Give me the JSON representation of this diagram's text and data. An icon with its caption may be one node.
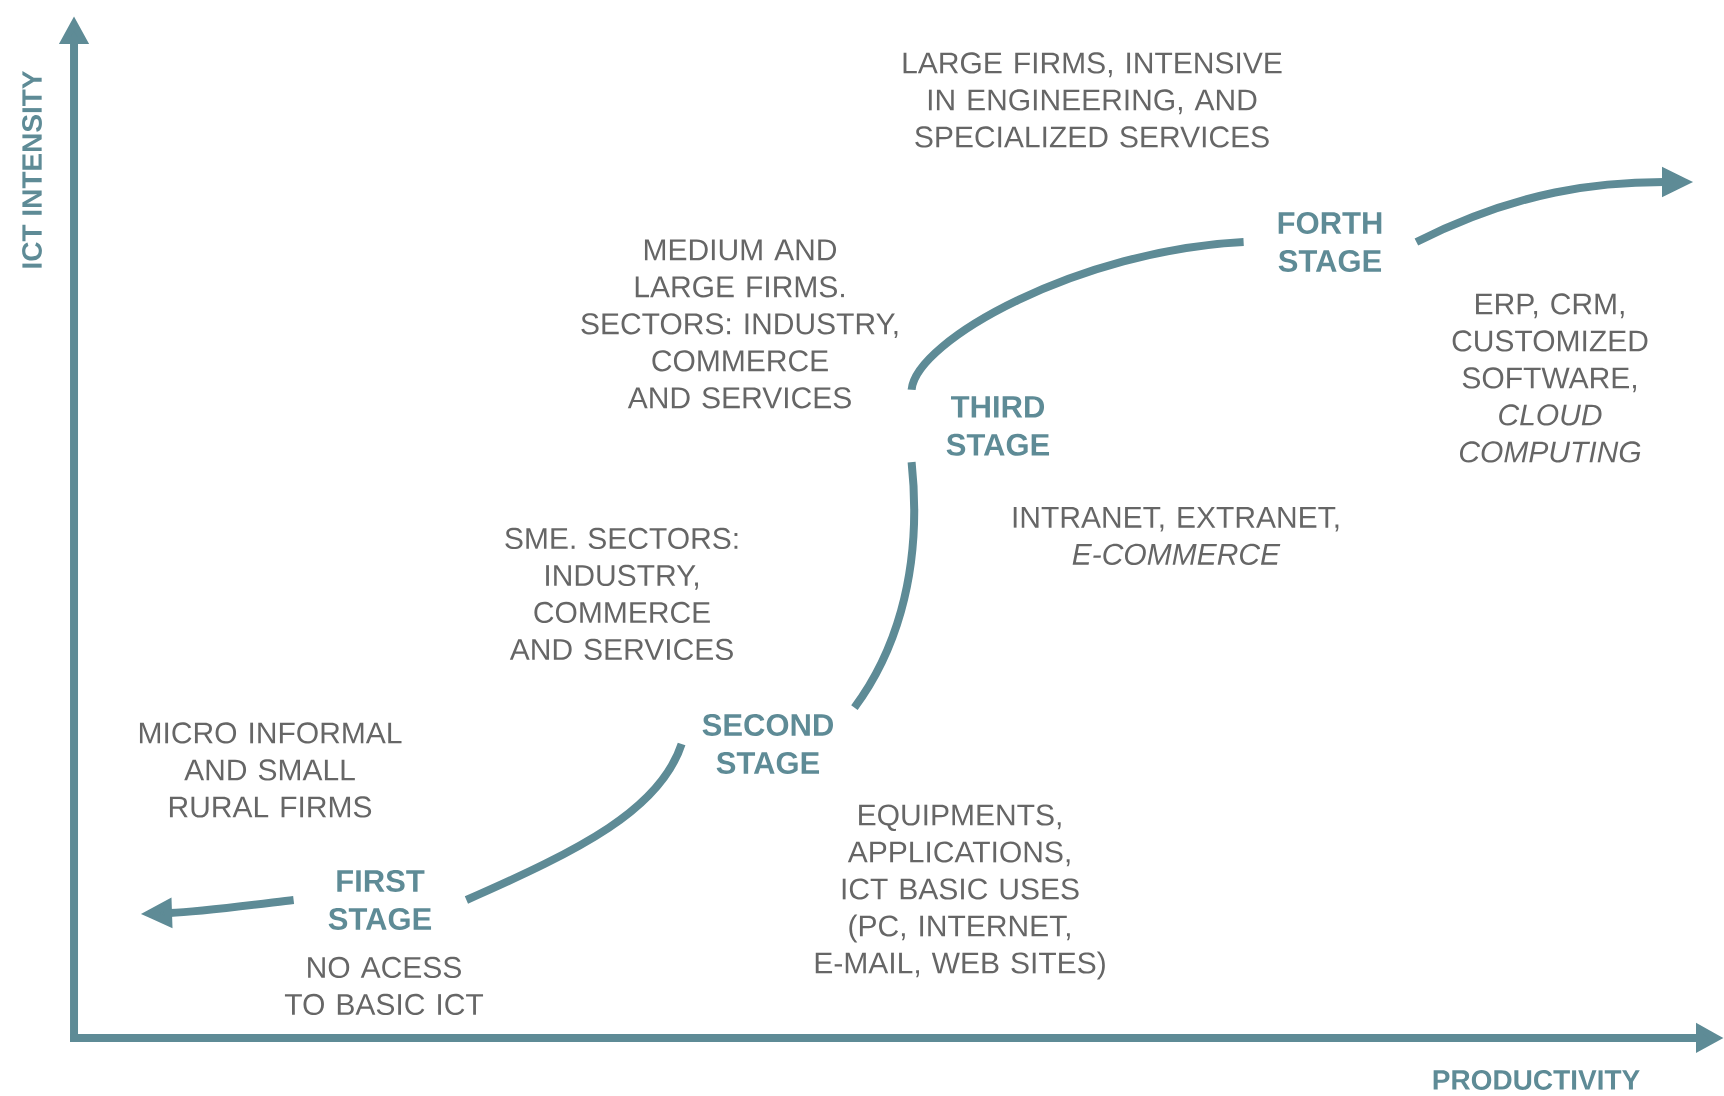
{
  "diagram": {
    "nodes": [
      {
        "text": [
          "FIRST STAGE"
        ],
        "beside": [
          "MICRO INFORMAL AND SMALL RURAL FIRMS",
          "NO ACESS TO BASIC ICT"
        ]
      },
      {
        "text": [
          "SECOND STAGE"
        ],
        "beside": [
          "SME. SECTORS: INDUSTRY, COMMERCE AND SERVICES",
          "EQUIPMENTS, APPLICATIONS, ICT BASIC USES (PC, INTERNET, E-MAIL, WEB SITES)"
        ]
      },
      {
        "text": [
          "THIRD STAGE"
        ],
        "beside": [
          "MEDIUM AND LARGE FIRMS. SECTORS: INDUSTRY, COMMERCE AND SERVICES",
          "INTRANET, EXTRANET, *E-COMMERCE*"
        ]
      },
      {
        "text": [
          "FORTH STAGE"
        ],
        "beside": [
          "LARGE FIRMS, INTENSIVE IN ENGINEERING, AND SPECIALIZED SERVICES",
          "ERP, CRM, CUSTOMIZED SOFTWARE, *CLOUD COMPUTING*"
        ]
      }
    ],
    "edges": [
      {
        "from": 0,
        "to": null,
        "arrow": "to"
      },
      {
        "from": 0,
        "to": 1,
        "arrow": "none"
      },
      {
        "from": 1,
        "to": 2,
        "arrow": "none"
      },
      {
        "from": 2,
        "to": 3,
        "arrow": "none"
      },
      {
        "from": 3,
        "to": null,
        "arrow": "to"
      }
    ],
    "labels": [
      "ICT INTENSITY",
      "PRODUCTIVITY"
    ]
  }
}
